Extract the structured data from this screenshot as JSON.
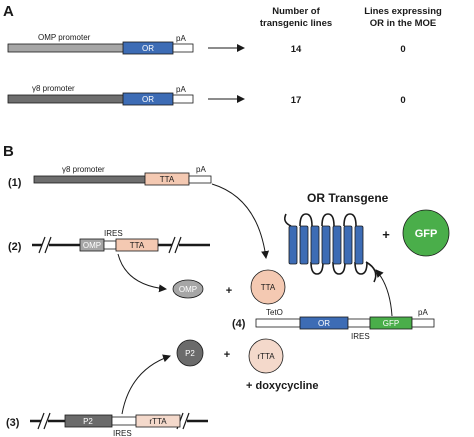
{
  "panel_a": {
    "letter": "A",
    "col_header_lines_1": "Number of",
    "col_header_lines_2": "transgenic lines",
    "col_header_expr_1": "Lines expressing",
    "col_header_expr_2": "OR in the MOE",
    "rows": [
      {
        "promoter": "OMP promoter",
        "gene": "OR",
        "polyA": "pA",
        "lines": "14",
        "expressing": "0"
      },
      {
        "promoter": "γ8 promoter",
        "gene": "OR",
        "polyA": "pA",
        "lines": "17",
        "expressing": "0"
      }
    ]
  },
  "panel_b": {
    "letter": "B",
    "construct1": {
      "number": "(1)",
      "promoter": "γ8 promoter",
      "gene": "TTA",
      "polyA": "pA"
    },
    "construct2": {
      "number": "(2)",
      "gene_a": "OMP",
      "ires": "IRES",
      "gene_b": "TTA"
    },
    "construct3": {
      "number": "(3)",
      "gene_a": "P2",
      "ires": "IRES",
      "gene_b": "rTTA"
    },
    "construct4": {
      "number": "(4)",
      "operator": "TetO",
      "gene_a": "OR",
      "ires": "IRES",
      "gene_b": "GFP",
      "polyA": "pA"
    },
    "products": {
      "omp": "OMP",
      "tta": "TTA",
      "p2": "P2",
      "rtta": "rTTA",
      "plus": "+"
    },
    "doxycycline": "+ doxycycline",
    "transgene_title": "OR Transgene",
    "gfp": "GFP",
    "plus": "+"
  },
  "colors": {
    "promoter_gray": "#7f7f7f",
    "or_blue": "#3d6cb5",
    "tta_peach": "#f4c9b2",
    "gfp_green": "#4aae4a",
    "omp_gray": "#a6a6a6",
    "p2_dark": "#6b6b6b"
  }
}
